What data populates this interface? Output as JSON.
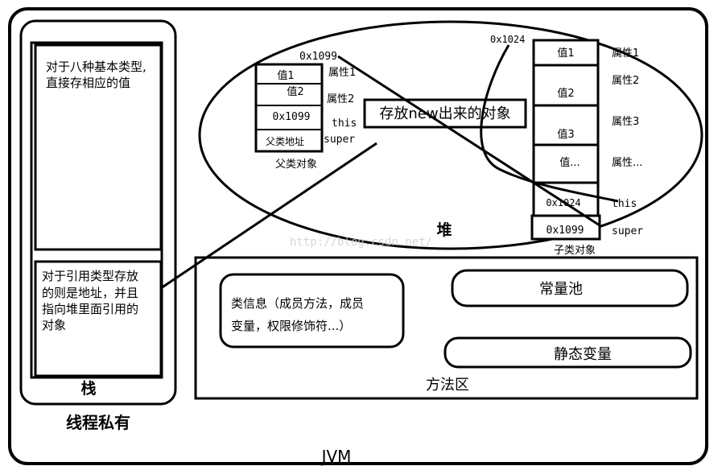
{
  "jvm": {
    "label": "JVM"
  },
  "thread_private": {
    "label": "线程私有",
    "stack": {
      "label": "栈",
      "primitive_note": [
        "对于八种基本类型,",
        "直接存相应的值"
      ],
      "reference_note": [
        "对于引用类型存放",
        "的则是地址，并且",
        "指向堆里面引用的",
        "对象"
      ]
    }
  },
  "heap": {
    "label": "堆",
    "callout": "存放new出来的对象",
    "parent_object": {
      "caption": "父类对象",
      "address": "0x1099",
      "cells": [
        "值1",
        "值2",
        "0x1099",
        "父类地址"
      ],
      "attrs": [
        "属性1",
        "属性2",
        "this",
        "super"
      ]
    },
    "child_object": {
      "caption": "子类对象",
      "address": "0x1024",
      "cells": [
        "值1",
        "值2",
        "值3",
        "值...",
        "0x1024",
        "0x1099"
      ],
      "attrs": [
        "属性1",
        "属性2",
        "属性3",
        "属性...",
        "this",
        "super"
      ]
    }
  },
  "method_area": {
    "label": "方法区",
    "class_info": [
      "类信息（成员方法，成员",
      "变量，权限修饰符...）"
    ],
    "constant_pool": "常量池",
    "static_vars": "静态变量"
  },
  "watermark": "http://blog.csdn.net/"
}
